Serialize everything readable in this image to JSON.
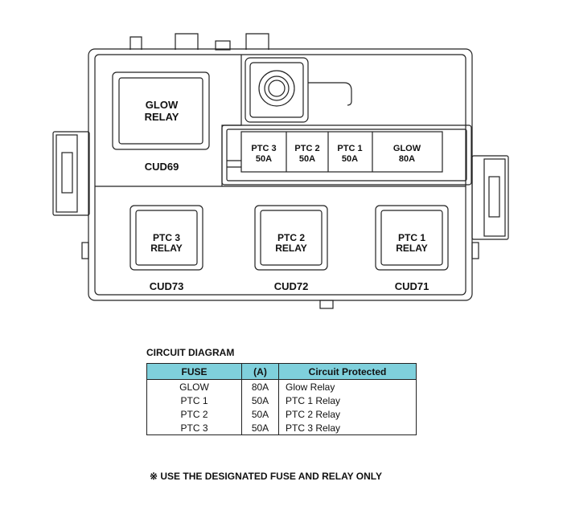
{
  "relays": {
    "glow": {
      "line1": "GLOW",
      "line2": "RELAY",
      "code": "CUD69"
    },
    "ptc3": {
      "line1": "PTC 3",
      "line2": "RELAY",
      "code": "CUD73"
    },
    "ptc2": {
      "line1": "PTC 2",
      "line2": "RELAY",
      "code": "CUD72"
    },
    "ptc1": {
      "line1": "PTC 1",
      "line2": "RELAY",
      "code": "CUD71"
    }
  },
  "fuses": [
    {
      "name": "PTC 3",
      "rating": "50A"
    },
    {
      "name": "PTC 2",
      "rating": "50A"
    },
    {
      "name": "PTC 1",
      "rating": "50A"
    },
    {
      "name": "GLOW",
      "rating": "80A"
    }
  ],
  "circuit_table": {
    "title": "CIRCUIT DIAGRAM",
    "headers": [
      "FUSE",
      "(A)",
      "Circuit Protected"
    ],
    "rows": [
      [
        "GLOW",
        "80A",
        "Glow Relay"
      ],
      [
        "PTC 1",
        "50A",
        "PTC 1 Relay"
      ],
      [
        "PTC 2",
        "50A",
        "PTC 2 Relay"
      ],
      [
        "PTC 3",
        "50A",
        "PTC 3 Relay"
      ]
    ]
  },
  "note": "※ USE THE DESIGNATED FUSE AND RELAY ONLY",
  "colors": {
    "header_bg": "#7fd0dc",
    "line": "#222222"
  }
}
